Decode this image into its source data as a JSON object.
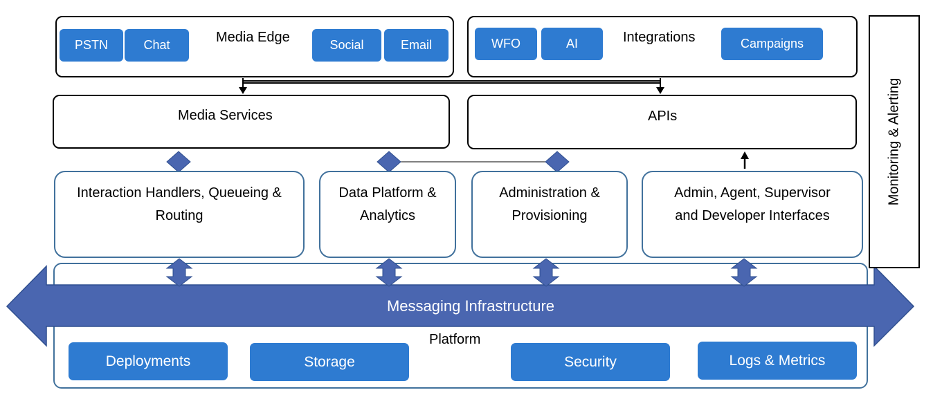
{
  "media_edge": {
    "title": "Media Edge",
    "channels": [
      "PSTN",
      "Chat",
      "Social",
      "Email"
    ]
  },
  "integrations": {
    "title": "Integrations",
    "items": [
      "WFO",
      "AI",
      "Campaigns"
    ]
  },
  "media_services": {
    "title": "Media Services"
  },
  "apis": {
    "title": "APIs"
  },
  "services": {
    "interaction": "Interaction Handlers, Queueing & Routing",
    "data_platform": "Data Platform & Analytics",
    "administration": "Administration & Provisioning",
    "interfaces": "Admin, Agent, Supervisor and Developer Interfaces"
  },
  "monitoring": {
    "label": "Monitoring & Alerting"
  },
  "messaging": {
    "label": "Messaging Infrastructure"
  },
  "platform": {
    "title": "Platform",
    "items": [
      "Deployments",
      "Storage",
      "Security",
      "Logs & Metrics"
    ]
  },
  "colors": {
    "accent_blue": "#2e7bd1",
    "arrow_blue": "#4a66b0",
    "slate_border": "#41719c"
  }
}
